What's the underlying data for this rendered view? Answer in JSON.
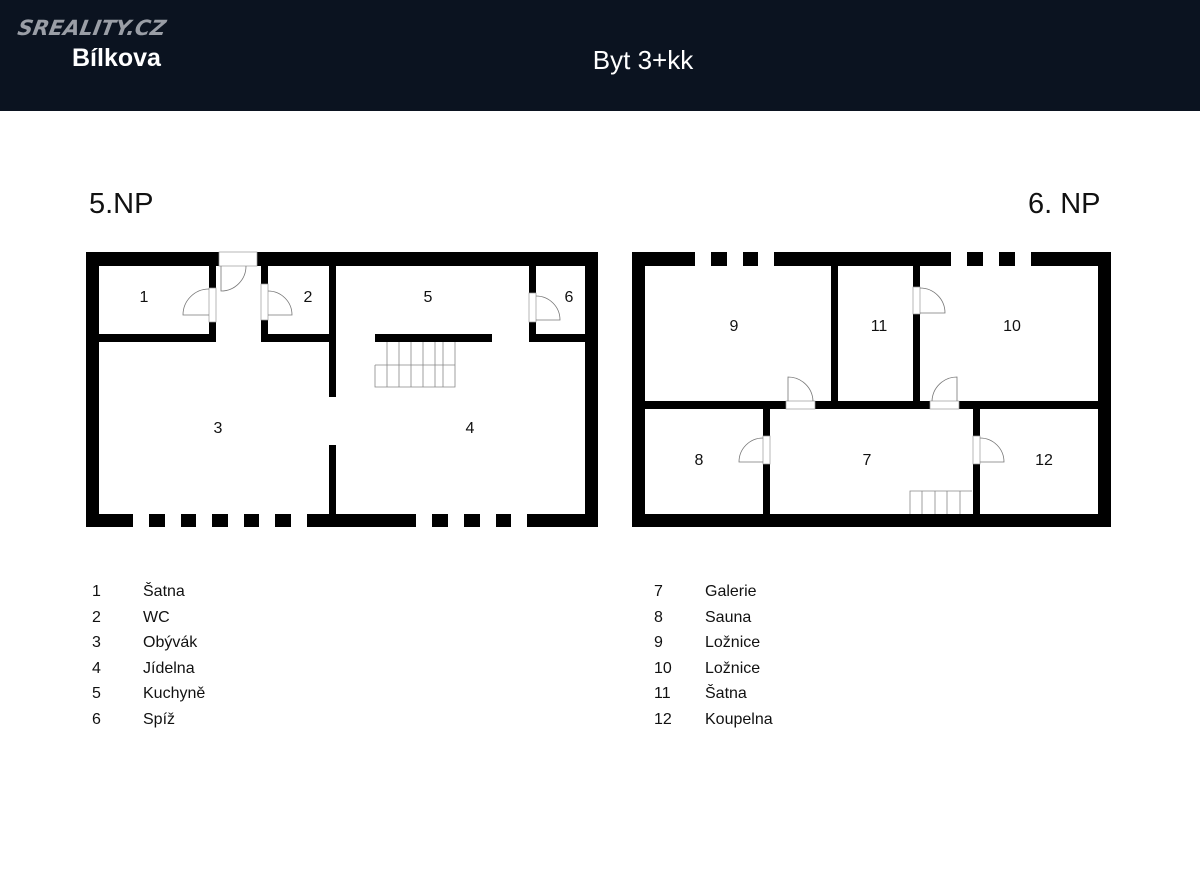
{
  "header": {
    "logo": "SREALITY.CZ",
    "street": "Bílkova",
    "title": "Byt 3+kk"
  },
  "floors": [
    {
      "label": "5.NP",
      "rooms": [
        {
          "num": "1",
          "name": "Šatna"
        },
        {
          "num": "2",
          "name": "WC"
        },
        {
          "num": "3",
          "name": "Obývák"
        },
        {
          "num": "4",
          "name": "Jídelna"
        },
        {
          "num": "5",
          "name": "Kuchyně"
        },
        {
          "num": "6",
          "name": "Spíž"
        }
      ]
    },
    {
      "label": "6. NP",
      "rooms": [
        {
          "num": "7",
          "name": "Galerie"
        },
        {
          "num": "8",
          "name": "Sauna"
        },
        {
          "num": "9",
          "name": "Ložnice"
        },
        {
          "num": "10",
          "name": "Ložnice"
        },
        {
          "num": "11",
          "name": "Šatna"
        },
        {
          "num": "12",
          "name": "Koupelna"
        }
      ]
    }
  ]
}
